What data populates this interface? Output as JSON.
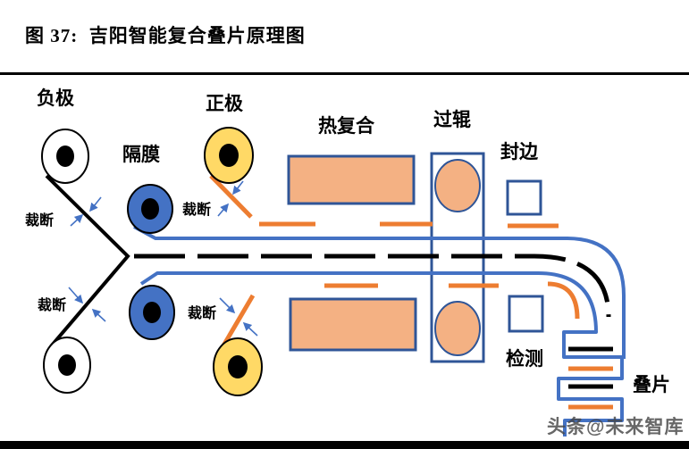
{
  "header": {
    "figure_title": "图 37:  吉阳智能复合叠片原理图"
  },
  "diagram": {
    "labels": {
      "negative_electrode": "负极",
      "positive_electrode": "正极",
      "separator": "隔膜",
      "thermal_lamination": "热复合",
      "roller": "过辊",
      "edge_sealing": "封边",
      "inspection": "检测",
      "stacking": "叠片",
      "cut": "裁断"
    },
    "colors": {
      "separator_blue": "#4472C4",
      "electrode_orange": "#ED7D31",
      "lamination_fill": "#F4B183",
      "positive_roll_yellow": "#FFD966",
      "box_border_navy": "#2F5597",
      "electrode_black": "#000000"
    }
  },
  "watermark": {
    "text": "头条@未来智库"
  }
}
